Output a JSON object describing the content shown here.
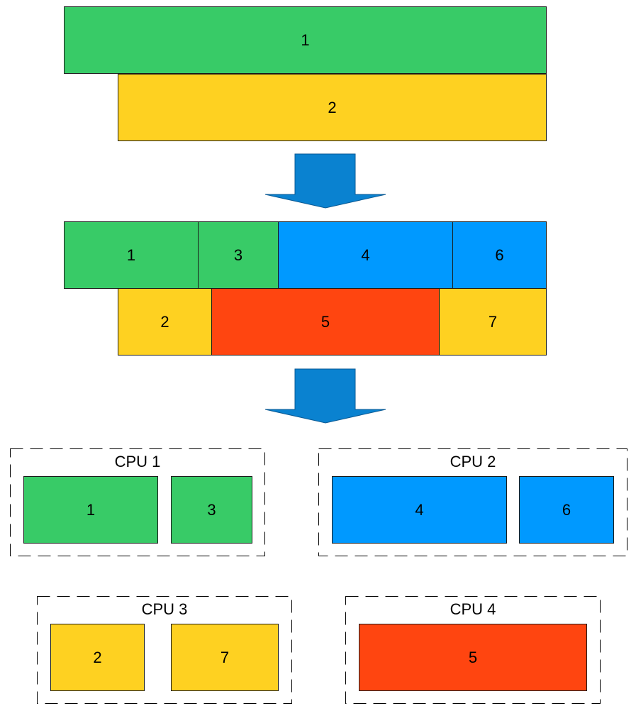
{
  "colors": {
    "green": "#38cb67",
    "yellow": "#fed121",
    "blue": "#0099ff",
    "red": "#ff4510",
    "arrow": "#0a82d0"
  },
  "stage1": {
    "blocks": [
      "1",
      "2"
    ]
  },
  "stage2": {
    "blocks": [
      "1",
      "3",
      "4",
      "6",
      "2",
      "5",
      "7"
    ]
  },
  "cpus": [
    {
      "label": "CPU 1",
      "blocks": [
        "1",
        "3"
      ]
    },
    {
      "label": "CPU 2",
      "blocks": [
        "4",
        "6"
      ]
    },
    {
      "label": "CPU 3",
      "blocks": [
        "2",
        "7"
      ]
    },
    {
      "label": "CPU 4",
      "blocks": [
        "5"
      ]
    }
  ],
  "icons": [
    "down-arrow-icon",
    "down-arrow-icon"
  ]
}
